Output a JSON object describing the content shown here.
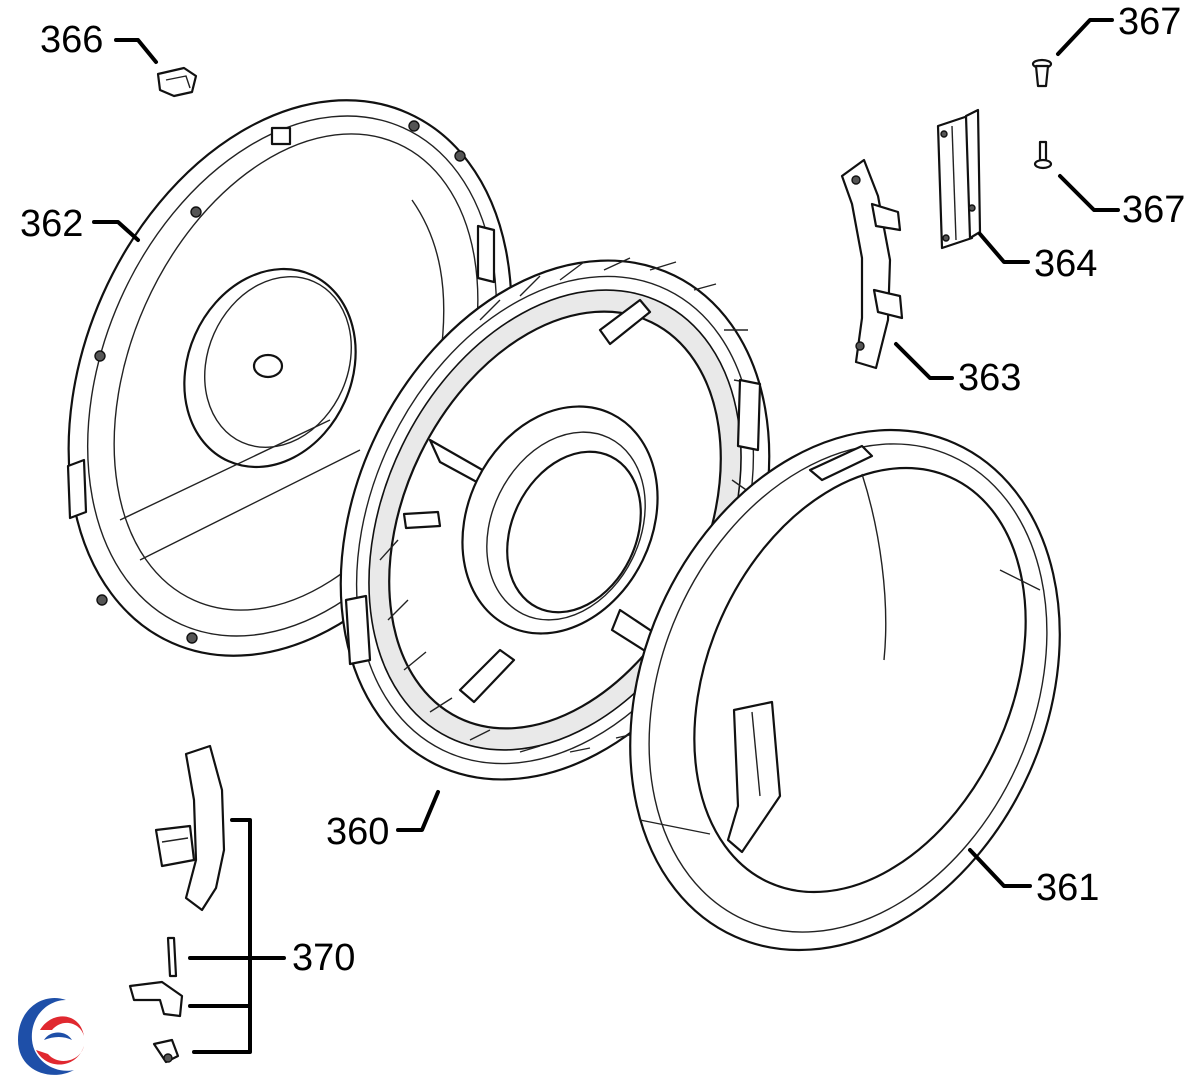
{
  "labels": {
    "p360": "360",
    "p361": "361",
    "p362": "362",
    "p363": "363",
    "p364": "364",
    "p366": "366",
    "p367a": "367",
    "p367b": "367",
    "p370": "370"
  },
  "logo": {
    "icon": "brand-logo-icon",
    "colors": {
      "blue": "#1e4fa8",
      "red": "#e0282f"
    }
  }
}
